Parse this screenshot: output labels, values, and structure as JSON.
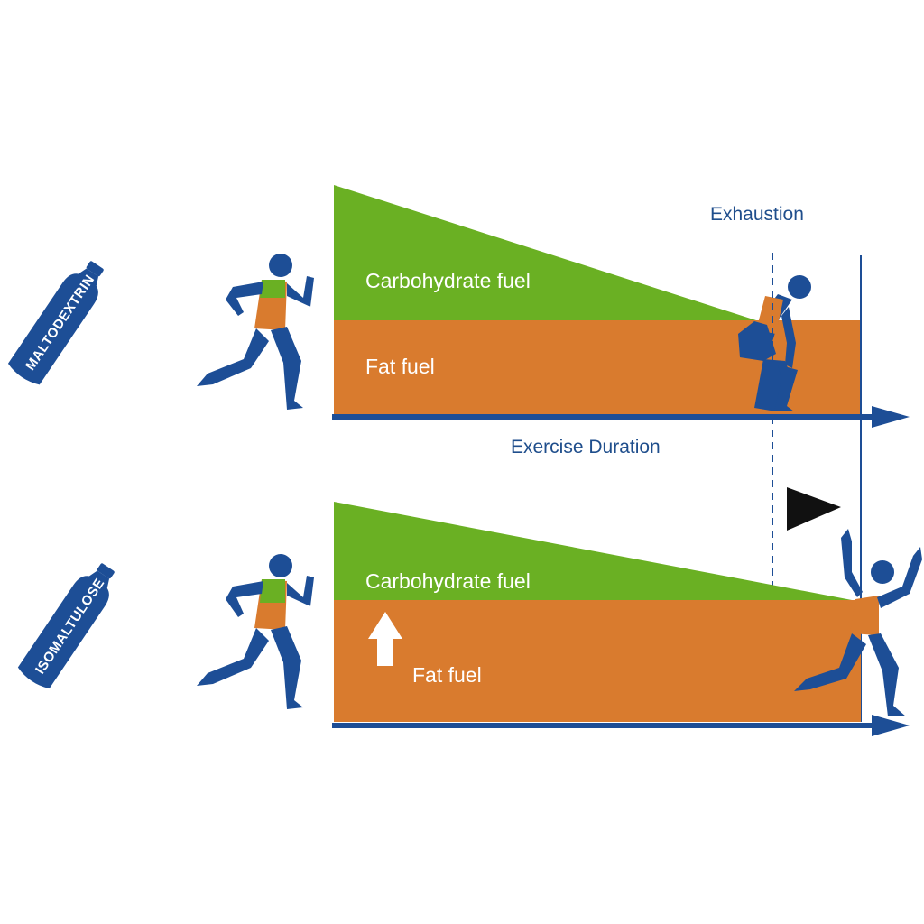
{
  "colors": {
    "carbohydrate": "#6ab023",
    "fat": "#d97b2e",
    "axis": "#1d4e96",
    "figure": "#1d4e96",
    "flag": "#111111"
  },
  "top_panel": {
    "bottle_label": "MALTODEXTRIN",
    "carb_label": "Carbohydrate fuel",
    "fat_label": "Fat fuel",
    "marker_label": "Exhaustion",
    "x_axis_label": "Exercise Duration",
    "outcome": "exhausted-figure"
  },
  "bottom_panel": {
    "bottle_label": "ISOMALTULOSE",
    "carb_label": "Carbohydrate fuel",
    "fat_label": "Fat fuel",
    "fat_change_icon": "up-arrow-icon",
    "outcome": "finish-celebration-figure"
  },
  "icons": [
    "bottle-icon",
    "runner-icon",
    "exhausted-runner-icon",
    "celebrating-runner-icon",
    "finish-flag-icon",
    "up-arrow-icon"
  ]
}
